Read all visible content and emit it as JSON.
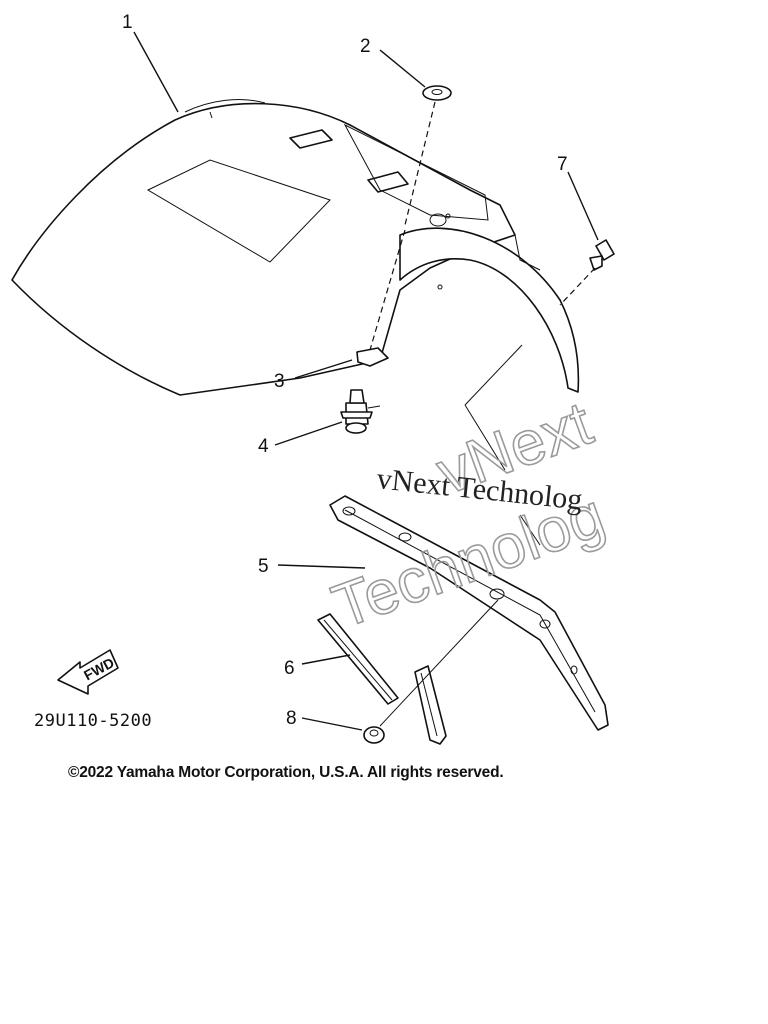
{
  "diagram": {
    "callouts": [
      "1",
      "2",
      "3",
      "4",
      "5",
      "6",
      "7",
      "8"
    ],
    "part_code": "29U110-5200",
    "fwd_label": "FWD",
    "watermark_line1": "vNext Technolog",
    "watermark_outline1": "vNext",
    "watermark_outline2": "Technolog",
    "copyright": "©2022 Yamaha Motor Corporation, U.S.A. All rights reserved."
  }
}
